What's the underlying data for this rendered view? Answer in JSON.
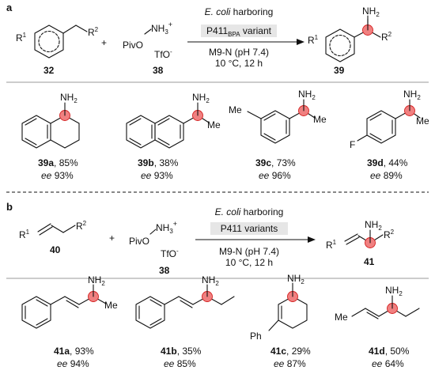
{
  "panel_a": {
    "label": "a",
    "substrate_R1": "R",
    "substrate_R1_sup": "1",
    "substrate_R2": "R",
    "substrate_R2_sup": "2",
    "compound_32": "32",
    "plus": "+",
    "reagent_piv": "PivO",
    "reagent_nh3": "NH",
    "reagent_nh3_sub": "3",
    "reagent_charge": "+",
    "reagent_tfo": "TfO",
    "reagent_tfo_sup": "-",
    "compound_38": "38",
    "condition_line1_italic": "E. coli",
    "condition_line1_rest": " harboring",
    "condition_line2_main": "P411",
    "condition_line2_sub": "BPA",
    "condition_line2_rest": " variant",
    "condition_line3": "M9-N (pH 7.4)",
    "condition_line4": "10 °C, 12 h",
    "product_nh2": "NH",
    "product_nh2_sub": "2",
    "product_R1": "R",
    "product_R1_sup": "1",
    "product_R2": "R",
    "product_R2_sup": "2",
    "compound_39": "39",
    "products": [
      {
        "id": "39a",
        "yield": ", 85%",
        "ee_label": "ee",
        "ee_value": " 93%"
      },
      {
        "id": "39b",
        "yield": ", 38%",
        "ee_label": "ee",
        "ee_value": " 93%"
      },
      {
        "id": "39c",
        "yield": ", 73%",
        "ee_label": "ee",
        "ee_value": " 96%"
      },
      {
        "id": "39d",
        "yield": ", 44%",
        "ee_label": "ee",
        "ee_value": " 89%"
      }
    ],
    "sub_labels": {
      "nh2": "NH",
      "nh2_sub": "2",
      "me": "Me",
      "f": "F"
    }
  },
  "panel_b": {
    "label": "b",
    "substrate_R1": "R",
    "substrate_R1_sup": "1",
    "substrate_R2": "R",
    "substrate_R2_sup": "2",
    "compound_40": "40",
    "plus": "+",
    "reagent_piv": "PivO",
    "reagent_nh3": "NH",
    "reagent_nh3_sub": "3",
    "reagent_charge": "+",
    "reagent_tfo": "TfO",
    "reagent_tfo_sup": "-",
    "compound_38": "38",
    "condition_line1_italic": "E. coli",
    "condition_line1_rest": " harboring",
    "condition_line2": "P411 variants",
    "condition_line3": "M9-N (pH 7.4)",
    "condition_line4": "10 °C, 12 h",
    "product_nh2": "NH",
    "product_nh2_sub": "2",
    "product_R1": "R",
    "product_R1_sup": "1",
    "product_R2": "R",
    "product_R2_sup": "2",
    "compound_41": "41",
    "products": [
      {
        "id": "41a",
        "yield": ", 93%",
        "ee_label": "ee",
        "ee_value": " 94%"
      },
      {
        "id": "41b",
        "yield": ", 35%",
        "ee_label": "ee",
        "ee_value": " 85%"
      },
      {
        "id": "41c",
        "yield": ", 29%",
        "ee_label": "ee",
        "ee_value": " 87%"
      },
      {
        "id": "41d",
        "yield": ", 50%",
        "ee_label": "ee",
        "ee_value": " 64%"
      }
    ],
    "sub_labels": {
      "nh2": "NH",
      "nh2_sub": "2",
      "me": "Me",
      "ph": "Ph"
    }
  },
  "colors": {
    "stereocenter_fill": "#f08080",
    "stereocenter_stroke": "#d42020",
    "condition_box": "#e6e6e6",
    "divider": "#999999"
  }
}
